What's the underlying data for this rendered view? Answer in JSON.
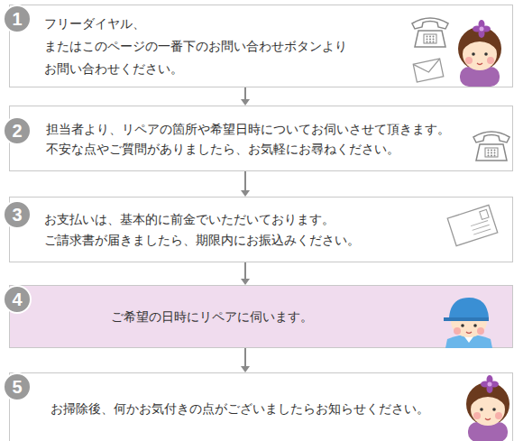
{
  "diagram": {
    "nodes": [
      {
        "text": [
          "1",
          "フリーダイヤル、 またはこのページの一番下のお問い合わせボタンより お問い合わせください。"
        ]
      },
      {
        "text": [
          "2",
          "担当者より、リペアの箇所や希望日時についてお伺いさせて頂きます。 不安な点やご質問がありましたら、お気軽にお尋ねください。"
        ]
      },
      {
        "text": [
          "3",
          "お支払いは、基本的に前金でいただいております。 ご請求書が届きましたら、期限内にお振込みください。"
        ]
      },
      {
        "text": [
          "4",
          "ご希望の日時にリペアに伺います。"
        ]
      },
      {
        "text": [
          "5",
          "お掃除後、何かお気付きの点がございましたらお知らせください。"
        ]
      }
    ],
    "edges": [
      {
        "from": 0,
        "to": 1,
        "arrow": "to"
      },
      {
        "from": 1,
        "to": 2,
        "arrow": "to"
      },
      {
        "from": 2,
        "to": 3,
        "arrow": "to"
      },
      {
        "from": 3,
        "to": 4,
        "arrow": "to"
      }
    ]
  }
}
